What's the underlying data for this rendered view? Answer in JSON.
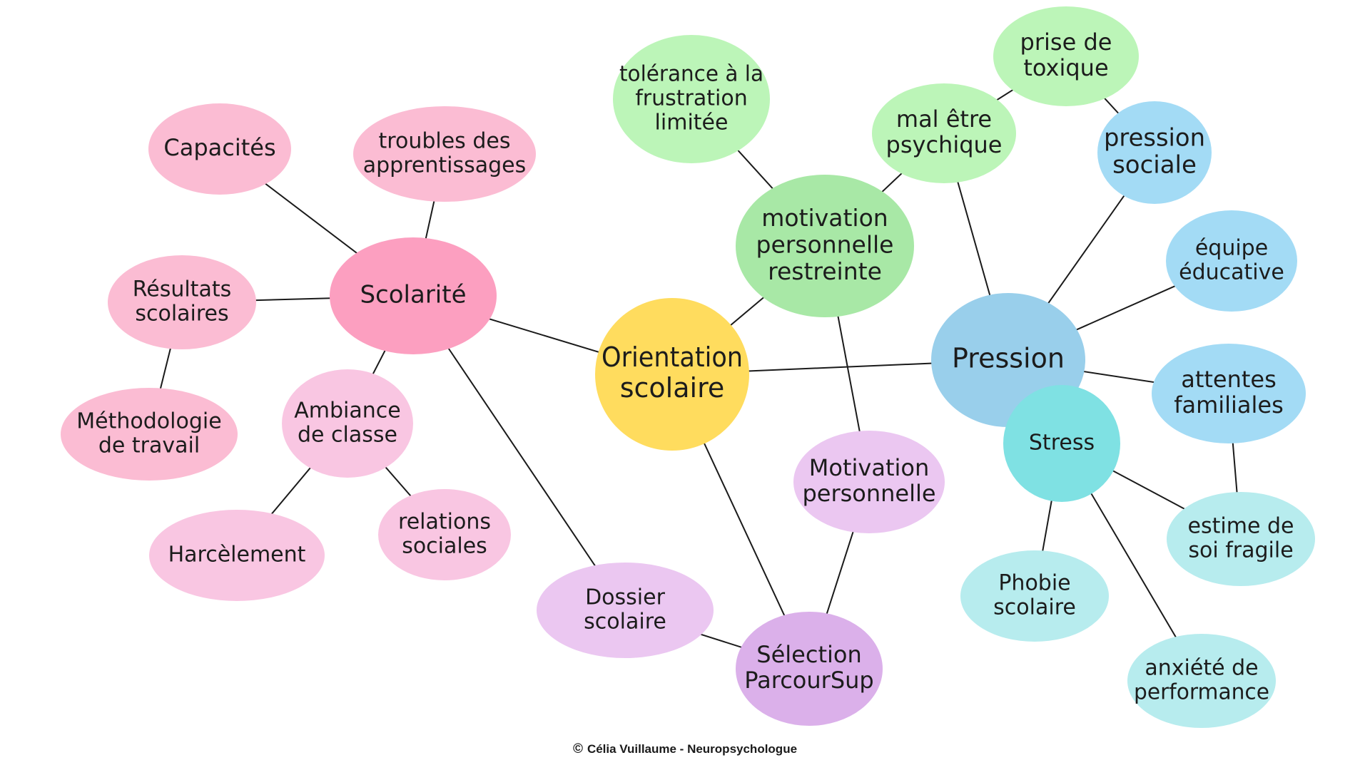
{
  "mindmap": {
    "center": {
      "id": "orientation",
      "label": "Orientation scolaire",
      "color": "#FFDC5E"
    },
    "nodes": [
      {
        "id": "orientation",
        "lines": [
          "Orientation",
          "scolaire"
        ],
        "color": "#FFDC5E"
      },
      {
        "id": "scolarite",
        "lines": [
          "Scolarité"
        ],
        "color": "#FC9FC0"
      },
      {
        "id": "capacites",
        "lines": [
          "Capacités"
        ],
        "color": "#FBBCD3"
      },
      {
        "id": "troubles",
        "lines": [
          "troubles des",
          "apprentissages"
        ],
        "color": "#FBBCD3"
      },
      {
        "id": "resultats",
        "lines": [
          "Résultats",
          "scolaires"
        ],
        "color": "#FBBCD3"
      },
      {
        "id": "methodologie",
        "lines": [
          "Méthodologie",
          "de travail"
        ],
        "color": "#FBBCD3"
      },
      {
        "id": "ambiance",
        "lines": [
          "Ambiance",
          "de classe"
        ],
        "color": "#F9C6E2"
      },
      {
        "id": "harcelement",
        "lines": [
          "Harcèlement"
        ],
        "color": "#F9C6E2"
      },
      {
        "id": "relations",
        "lines": [
          "relations",
          "sociales"
        ],
        "color": "#F9C6E2"
      },
      {
        "id": "dossier",
        "lines": [
          "Dossier",
          "scolaire"
        ],
        "color": "#EBC7F1"
      },
      {
        "id": "selection",
        "lines": [
          "Sélection",
          "ParcourSup"
        ],
        "color": "#DBB0EA"
      },
      {
        "id": "motivation_perso",
        "lines": [
          "Motivation",
          "personnelle"
        ],
        "color": "#EBC7F1"
      },
      {
        "id": "motivation_restreinte",
        "lines": [
          "motivation",
          "personnelle",
          "restreinte"
        ],
        "color": "#A8E8A6"
      },
      {
        "id": "tolerance",
        "lines": [
          "tolérance à la",
          "frustration",
          "limitée"
        ],
        "color": "#BCF5B8"
      },
      {
        "id": "mal_etre",
        "lines": [
          "mal être",
          "psychique"
        ],
        "color": "#BCF5B8"
      },
      {
        "id": "toxique",
        "lines": [
          "prise de",
          "toxique"
        ],
        "color": "#BCF5B8"
      },
      {
        "id": "pression",
        "lines": [
          "Pression"
        ],
        "color": "#99CFEB"
      },
      {
        "id": "pression_sociale",
        "lines": [
          "pression",
          "sociale"
        ],
        "color": "#A3DBF5"
      },
      {
        "id": "equipe",
        "lines": [
          "équipe",
          "éducative"
        ],
        "color": "#A3DBF5"
      },
      {
        "id": "attentes",
        "lines": [
          "attentes",
          "familiales"
        ],
        "color": "#A3DBF5"
      },
      {
        "id": "stress",
        "lines": [
          "Stress"
        ],
        "color": "#7FE1E3"
      },
      {
        "id": "estime",
        "lines": [
          "estime de",
          "soi fragile"
        ],
        "color": "#B7ECEE"
      },
      {
        "id": "phobie",
        "lines": [
          "Phobie",
          "scolaire"
        ],
        "color": "#B7ECEE"
      },
      {
        "id": "anxiete",
        "lines": [
          "anxiété de",
          "performance"
        ],
        "color": "#B7ECEE"
      }
    ],
    "edges": [
      [
        "orientation",
        "scolarite"
      ],
      [
        "orientation",
        "pression"
      ],
      [
        "orientation",
        "motivation_restreinte"
      ],
      [
        "orientation",
        "selection"
      ],
      [
        "scolarite",
        "capacites"
      ],
      [
        "scolarite",
        "troubles"
      ],
      [
        "scolarite",
        "resultats"
      ],
      [
        "scolarite",
        "ambiance"
      ],
      [
        "scolarite",
        "dossier"
      ],
      [
        "resultats",
        "methodologie"
      ],
      [
        "ambiance",
        "harcelement"
      ],
      [
        "ambiance",
        "relations"
      ],
      [
        "dossier",
        "selection"
      ],
      [
        "selection",
        "motivation_perso"
      ],
      [
        "motivation_perso",
        "motivation_restreinte"
      ],
      [
        "motivation_restreinte",
        "tolerance"
      ],
      [
        "motivation_restreinte",
        "mal_etre"
      ],
      [
        "mal_etre",
        "toxique"
      ],
      [
        "mal_etre",
        "pression"
      ],
      [
        "toxique",
        "pression_sociale"
      ],
      [
        "pression",
        "pression_sociale"
      ],
      [
        "pression",
        "equipe"
      ],
      [
        "pression",
        "attentes"
      ],
      [
        "attentes",
        "estime"
      ],
      [
        "stress",
        "estime"
      ],
      [
        "stress",
        "phobie"
      ],
      [
        "stress",
        "anxiete"
      ]
    ]
  },
  "footer": {
    "symbol": "©",
    "credit": "Célia Vuillaume - Neuropsychologue"
  }
}
